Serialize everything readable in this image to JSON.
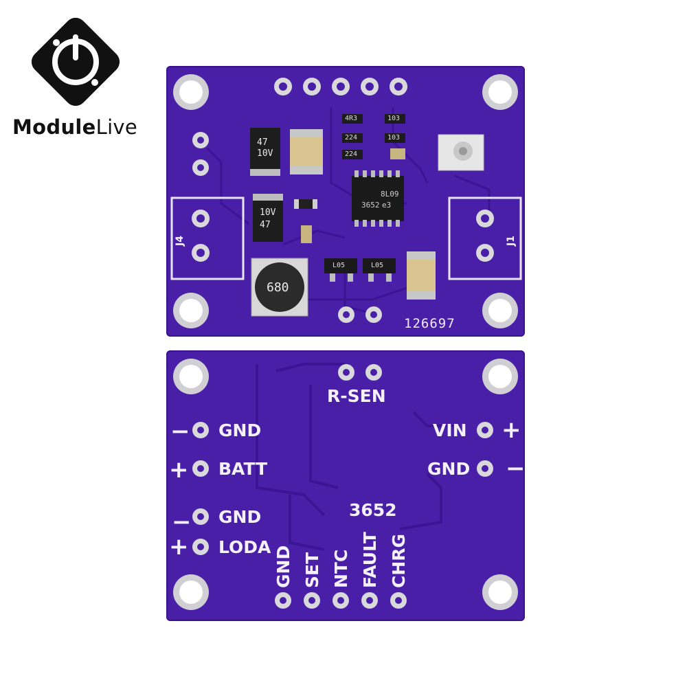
{
  "brand": {
    "name_bold": "Module",
    "name_regular": "Live",
    "logo_icon": "circuit-power-logo-icon"
  },
  "top_board": {
    "serial": "126697",
    "labels": {
      "j4": "J4",
      "j1": "J1"
    },
    "ic_marking": {
      "line1": "3652",
      "line2": "8L09",
      "line3": "e3"
    },
    "cap_marking": {
      "value": "47",
      "voltage": "10V"
    },
    "resistor_marks": [
      "4R3",
      "103",
      "224",
      "103",
      "224"
    ],
    "inductor_marking": "680",
    "diode_marking": "L05"
  },
  "bottom_board": {
    "rsen": "R-SEN",
    "left_pins": [
      {
        "sign": "−",
        "label": "GND"
      },
      {
        "sign": "+",
        "label": "BATT"
      },
      {
        "sign": "−",
        "label": "GND"
      },
      {
        "sign": "+",
        "label": "LODA"
      }
    ],
    "right_pins": [
      {
        "label": "VIN",
        "sign": "+"
      },
      {
        "label": "GND",
        "sign": "−"
      }
    ],
    "chip_label": "3652",
    "bottom_pins": [
      "GND",
      "SET",
      "NTC",
      "FAULT",
      "CHRG"
    ]
  },
  "colors": {
    "pcb": "#4a1fa8",
    "silkscreen": "#f4f1fb",
    "pad": "#d9d9dc"
  }
}
